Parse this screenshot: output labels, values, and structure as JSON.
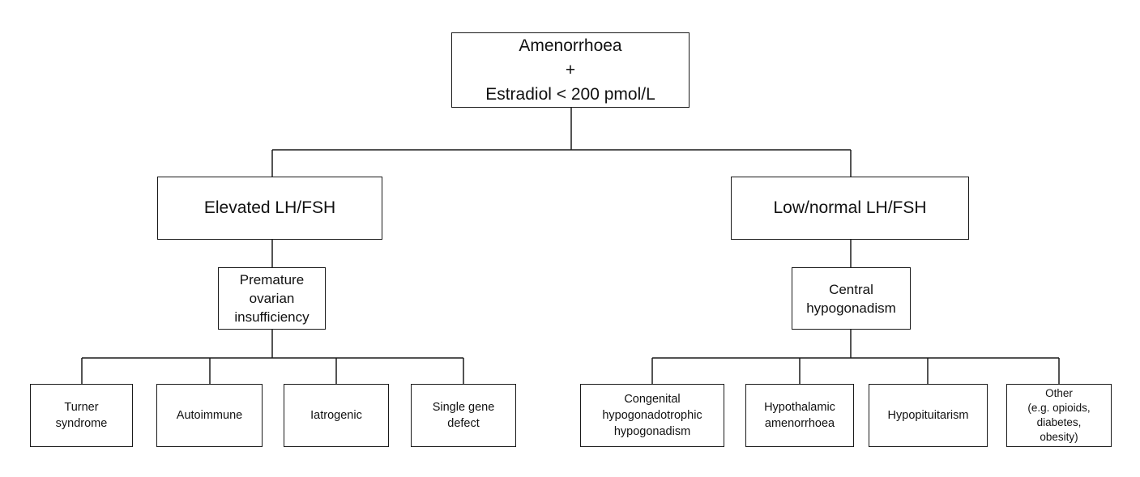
{
  "root": {
    "label": "Amenorrhoea\n+\nEstradiol < 200 pmol/L"
  },
  "branches": [
    {
      "label": "Elevated LH/FSH",
      "condition": "Premature\novarian\ninsufficiency",
      "causes": [
        "Turner\nsyndrome",
        "Autoimmune",
        "Iatrogenic",
        "Single gene\ndefect"
      ]
    },
    {
      "label": "Low/normal LH/FSH",
      "condition": "Central\nhypogonadism",
      "causes": [
        "Congenital\nhypogonadotrophic\nhypogonadism",
        "Hypothalamic\namenorrhoea",
        "Hypopituitarism",
        "Other\n(e.g. opioids,\ndiabetes,\nobesity)"
      ]
    }
  ]
}
